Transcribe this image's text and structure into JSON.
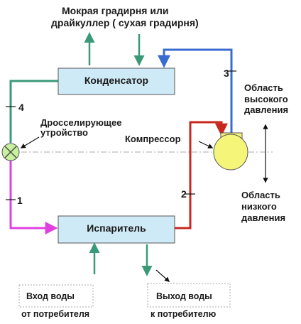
{
  "diagram": {
    "top_label": {
      "line1": "Мокрая градирня или",
      "line2": "драйкуллер ( сухая градирня)"
    },
    "condenser": "Конденсатор",
    "evaporator": "Испаритель",
    "compressor": "Компрессор",
    "expansion_device": {
      "line1": "Дросселирующее",
      "line2": "утройство"
    },
    "high_pressure": {
      "line1": "Область",
      "line2": "высокого",
      "line3": "давления"
    },
    "low_pressure": {
      "line1": "Область",
      "line2": "низкого",
      "line3": "давления"
    },
    "water_in": {
      "box": "Вход воды",
      "below": "от потребителя"
    },
    "water_out": {
      "box": "Выход воды",
      "below": "к потребителю"
    },
    "points": {
      "p1": "1",
      "p2": "2",
      "p3": "3",
      "p4": "4"
    },
    "colors": {
      "blue_line": "#3a6ccf",
      "red_line": "#c8281e",
      "green_line": "#3a9a78",
      "magenta_line": "#e040e0",
      "box_fill": "#cfeaf7",
      "compressor_fill": "#f5f57a",
      "valve_fill": "#c8f0a0"
    }
  }
}
